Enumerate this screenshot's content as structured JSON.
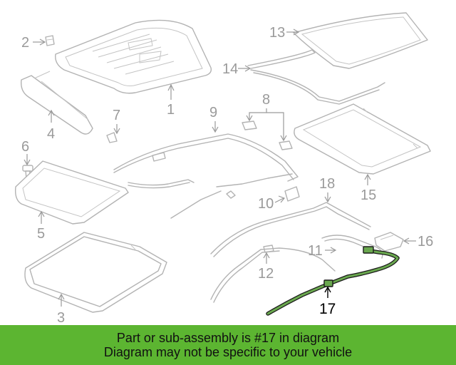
{
  "labels": {
    "p1": "1",
    "p2": "2",
    "p3": "3",
    "p4": "4",
    "p5": "5",
    "p6": "6",
    "p7": "7",
    "p8": "8",
    "p9": "9",
    "p10": "10",
    "p11": "11",
    "p12": "12",
    "p13": "13",
    "p14": "14",
    "p15": "15",
    "p16": "16",
    "p17": "17",
    "p18": "18"
  },
  "highlighted_part": "17",
  "colors": {
    "highlight": "#6aa84f",
    "banner": "#5cb531",
    "part_lines": "#b3b3b3"
  },
  "banner": {
    "line1": "Part or sub-assembly is #17 in diagram",
    "line2": "Diagram may not be specific to your vehicle"
  }
}
